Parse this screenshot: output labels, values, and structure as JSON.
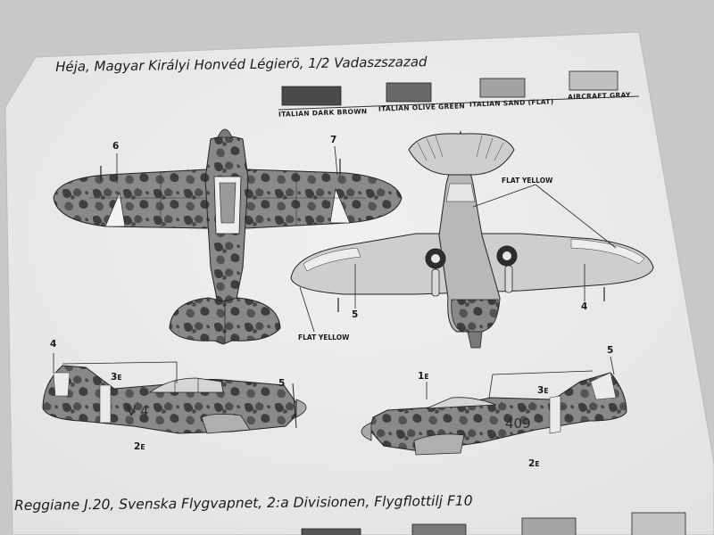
{
  "sheet": {
    "title1": "Héja, Magyar Királyi Honvéd Légierö, 1/2 Vadaszszazad",
    "title2": "Reggiane J.20, Svenska Flygvapnet, 2:a Divisionen, Flygflottilj F10"
  },
  "swatches": [
    {
      "label": "Italian Dark Brown",
      "color": "#4b4a48"
    },
    {
      "label": "Italian Olive Green",
      "color": "#6a6967"
    },
    {
      "label": "Italian Sand (Flat)",
      "color": "#a3a2a0"
    },
    {
      "label": "Aircraft Gray",
      "color": "#c2c1bf"
    }
  ],
  "bottom_swatch_colors": [
    "#555452",
    "#7a7977",
    "#a5a4a2",
    "#c4c3c1"
  ],
  "callouts": {
    "top_6": "6",
    "top_7": "7",
    "flat_yellow_upper": "Flat Yellow",
    "flat_yellow_lower": "Flat Yellow",
    "under_5": "5",
    "under_4": "4",
    "left_4": "4",
    "left_3": "3",
    "left_3_sub": "E",
    "left_5": "5",
    "left_2": "2",
    "left_2_sub": "E",
    "right_1": "1",
    "right_1_sub": "E",
    "right_3": "3",
    "right_3_sub": "E",
    "right_5": "5",
    "right_2": "2",
    "right_2_sub": "E"
  },
  "codes": {
    "left_code": "V 4",
    "right_code": "409"
  },
  "colors": {
    "paper": "#ecebe9",
    "background": "#c9c8c6",
    "camo_dark": "#4a4947",
    "camo_mid": "#7d7c7a",
    "light_gray": "#c9c8c6",
    "ink": "#1b1b1b"
  }
}
